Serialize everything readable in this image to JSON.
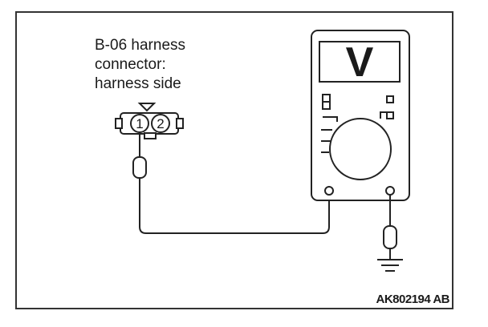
{
  "diagram": {
    "connector_label": [
      "B-06 harness",
      "connector:",
      "harness side"
    ],
    "pins": [
      "1",
      "2"
    ],
    "meter_unit": "V",
    "figure_code": "AK802194 AB"
  }
}
